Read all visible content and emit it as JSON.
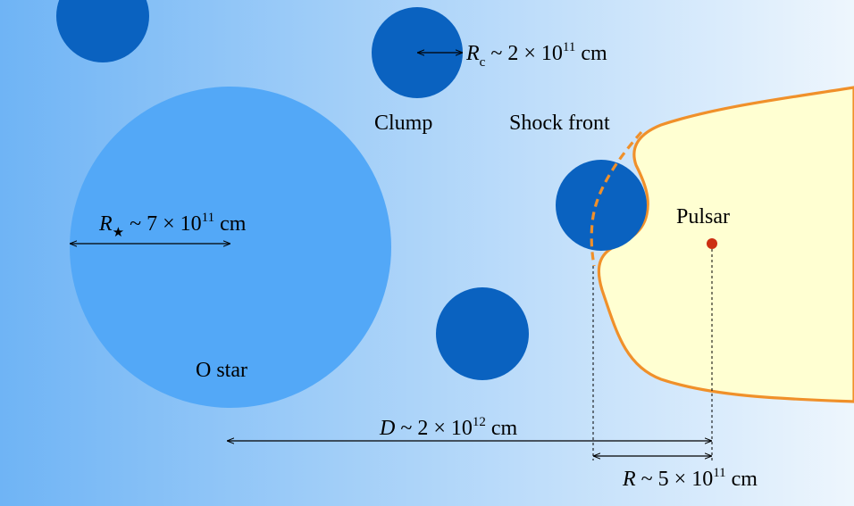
{
  "colors": {
    "background_left": "#6fb4f5",
    "background_right": "#eef6fd",
    "o_star": "#53a8f7",
    "clump": "#0a62c0",
    "pulsar_wind": "#ffffd2",
    "shock_front": "#f0902a",
    "pulsar": "#cc2f12"
  },
  "labels": {
    "clump": "Clump",
    "shock_front": "Shock front",
    "pulsar": "Pulsar",
    "o_star": "O star"
  },
  "annotations": {
    "clump_radius": {
      "symbol": "R",
      "subscript": "c",
      "relation": " ~ 2 × 10",
      "exponent": "11",
      "unit": " cm"
    },
    "star_radius": {
      "symbol": "R",
      "subscript": "★",
      "relation": " ~ 7 × 10",
      "exponent": "11",
      "unit": " cm"
    },
    "separation": {
      "symbol": "D",
      "relation": " ~ 2 × 10",
      "exponent": "12",
      "unit": " cm"
    },
    "standoff": {
      "symbol": "R",
      "relation": " ~ 5 × 10",
      "exponent": "11",
      "unit": " cm"
    }
  }
}
